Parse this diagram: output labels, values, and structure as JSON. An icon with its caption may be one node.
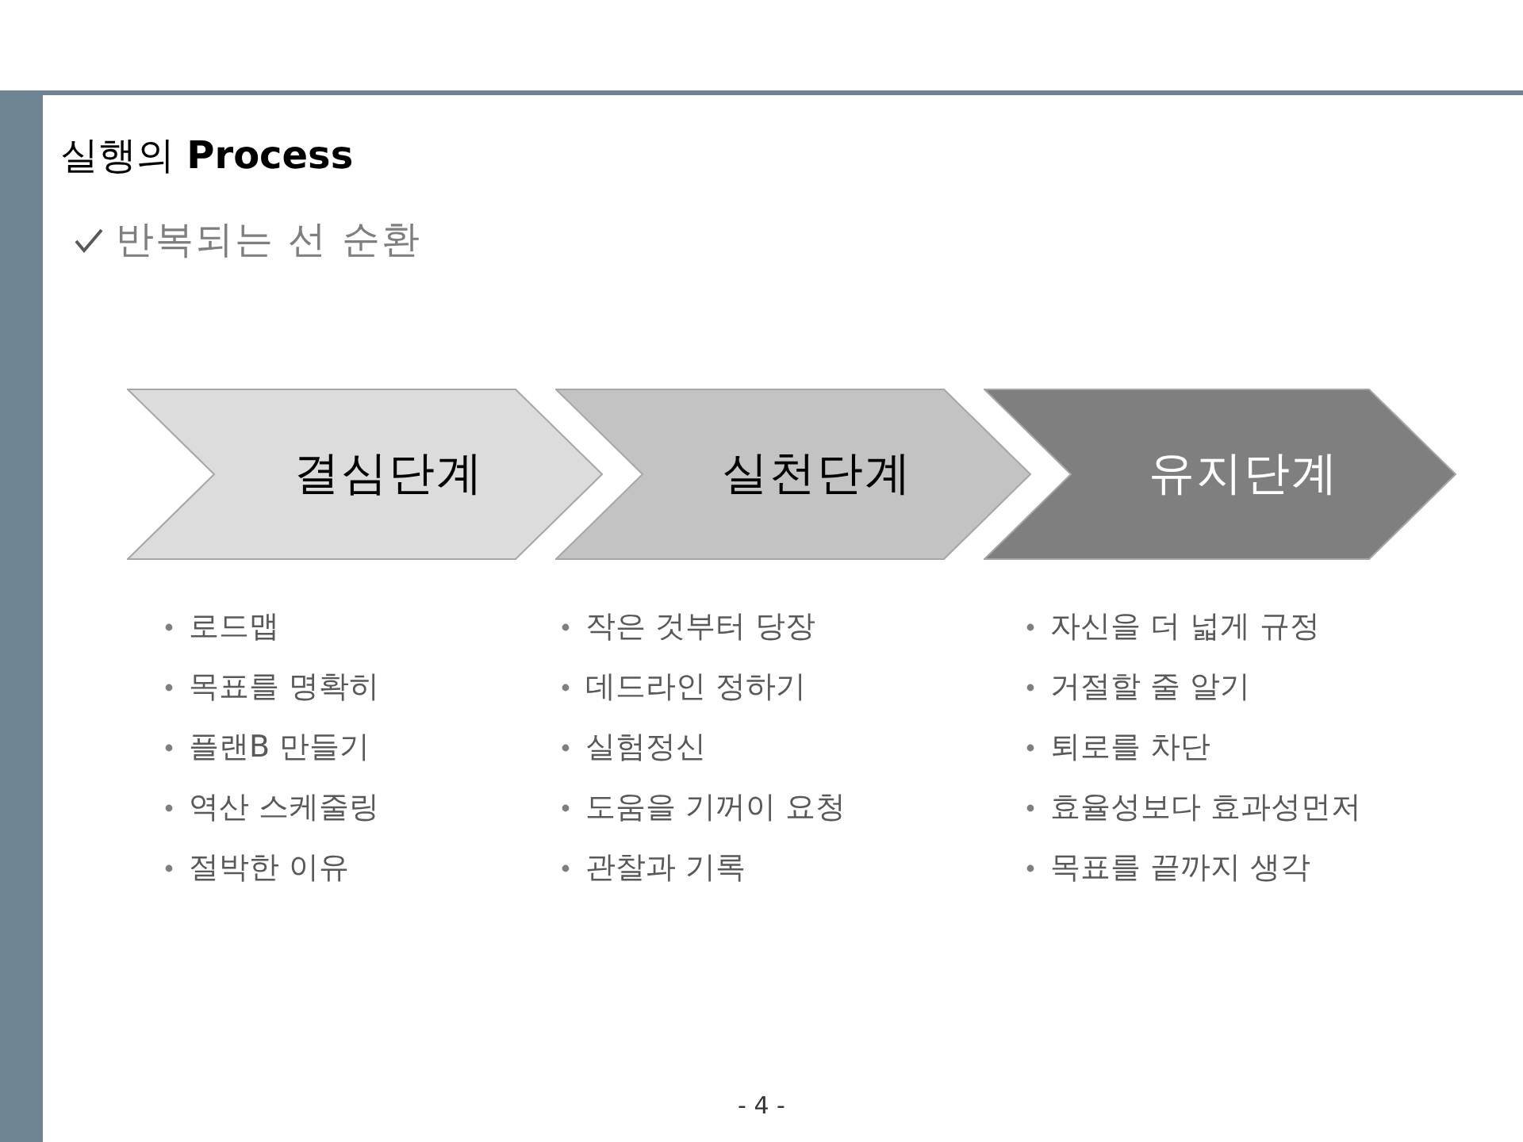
{
  "diagram": {
    "title": "실행의 **Process**",
    "nodes": [
      {
        "text": [
          "결심단계"
        ],
        "beside": [
          "로드맵",
          "목표를 명확히",
          "플랜B 만들기",
          "역산 스케줄링",
          "절박한 이유"
        ]
      },
      {
        "text": [
          "실천단계"
        ],
        "beside": [
          "작은 것부터 당장",
          "데드라인 정하기",
          "실험정신",
          "도움을 기꺼이 요청",
          "관찰과 기록"
        ]
      },
      {
        "text": [
          "유지단계"
        ],
        "beside": [
          "자신을 더 넓게 규정",
          "거절할 줄 알기",
          "퇴로를 차단",
          "효율성보다 효과성먼저",
          "목표를 끝까지 생각"
        ]
      }
    ],
    "edges": [],
    "labels": [
      "반복되는 선 순환",
      "- 4 -"
    ]
  }
}
